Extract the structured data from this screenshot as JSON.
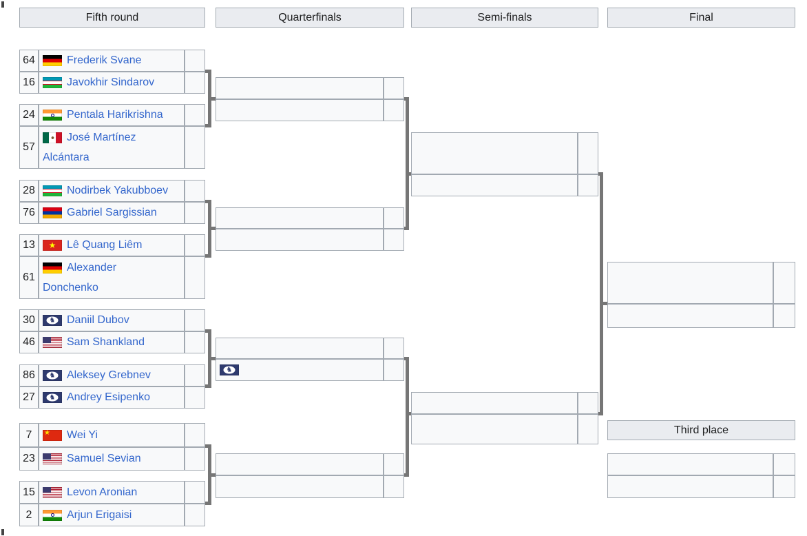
{
  "headers": {
    "fifth_round": "Fifth round",
    "quarterfinals": "Quarterfinals",
    "semifinals": "Semi-finals",
    "final": "Final",
    "third_place": "Third place"
  },
  "colors": {
    "cell_background": "#f8f9fa",
    "header_background": "#eaecf0",
    "border": "#a2a9b1",
    "connector": "#767676",
    "link": "#3366cc",
    "text": "#202122"
  },
  "bracket": {
    "fifth_round": [
      {
        "player1": {
          "seed": "64",
          "flag": "germany-flag",
          "name": "Frederik Svane",
          "score": ""
        },
        "player2": {
          "seed": "16",
          "flag": "uzbekistan-flag",
          "name": "Javokhir Sindarov",
          "score": ""
        }
      },
      {
        "player1": {
          "seed": "24",
          "flag": "india-flag",
          "name": "Pentala Harikrishna",
          "score": ""
        },
        "player2": {
          "seed": "57",
          "flag": "mexico-flag",
          "name": "José Martínez Alcántara",
          "name_line1": "José Martínez",
          "name_line2": "Alcántara",
          "score": ""
        }
      },
      {
        "player1": {
          "seed": "28",
          "flag": "uzbekistan-flag",
          "name": "Nodirbek Yakubboev",
          "score": ""
        },
        "player2": {
          "seed": "76",
          "flag": "armenia-flag",
          "name": "Gabriel Sargissian",
          "score": ""
        }
      },
      {
        "player1": {
          "seed": "13",
          "flag": "vietnam-flag",
          "name": "Lê Quang Liêm",
          "score": ""
        },
        "player2": {
          "seed": "61",
          "flag": "germany-flag",
          "name": "Alexander Donchenko",
          "name_line1": "Alexander",
          "name_line2": "Donchenko",
          "score": ""
        }
      },
      {
        "player1": {
          "seed": "30",
          "flag": "fide-flag",
          "name": "Daniil Dubov",
          "score": ""
        },
        "player2": {
          "seed": "46",
          "flag": "usa-flag",
          "name": "Sam Shankland",
          "score": ""
        }
      },
      {
        "player1": {
          "seed": "86",
          "flag": "fide-flag",
          "name": "Aleksey Grebnev",
          "score": ""
        },
        "player2": {
          "seed": "27",
          "flag": "fide-flag",
          "name": "Andrey Esipenko",
          "score": ""
        }
      },
      {
        "player1": {
          "seed": "7",
          "flag": "china-flag",
          "name": "Wei Yi",
          "score": ""
        },
        "player2": {
          "seed": "23",
          "flag": "usa-flag",
          "name": "Samuel Sevian",
          "score": ""
        }
      },
      {
        "player1": {
          "seed": "15",
          "flag": "usa-flag",
          "name": "Levon Aronian",
          "score": ""
        },
        "player2": {
          "seed": "2",
          "flag": "india-flag",
          "name": "Arjun Erigaisi",
          "score": ""
        }
      }
    ],
    "quarterfinals": [
      {
        "player1": {
          "flag": "",
          "name": "",
          "score": ""
        },
        "player2": {
          "flag": "",
          "name": "",
          "score": ""
        }
      },
      {
        "player1": {
          "flag": "",
          "name": "",
          "score": ""
        },
        "player2": {
          "flag": "",
          "name": "",
          "score": ""
        }
      },
      {
        "player1": {
          "flag": "",
          "name": "",
          "score": ""
        },
        "player2": {
          "flag": "fide-flag",
          "name": "",
          "score": ""
        }
      },
      {
        "player1": {
          "flag": "",
          "name": "",
          "score": ""
        },
        "player2": {
          "flag": "",
          "name": "",
          "score": ""
        }
      }
    ],
    "semifinals": [
      {
        "player1": {
          "flag": "",
          "name": "",
          "score": ""
        },
        "player2": {
          "flag": "",
          "name": "",
          "score": ""
        }
      },
      {
        "player1": {
          "flag": "",
          "name": "",
          "score": ""
        },
        "player2": {
          "flag": "",
          "name": "",
          "score": ""
        }
      }
    ],
    "final": [
      {
        "player1": {
          "flag": "",
          "name": "",
          "score": ""
        },
        "player2": {
          "flag": "",
          "name": "",
          "score": ""
        }
      }
    ],
    "third_place": [
      {
        "player1": {
          "flag": "",
          "name": "",
          "score": ""
        },
        "player2": {
          "flag": "",
          "name": "",
          "score": ""
        }
      }
    ]
  }
}
